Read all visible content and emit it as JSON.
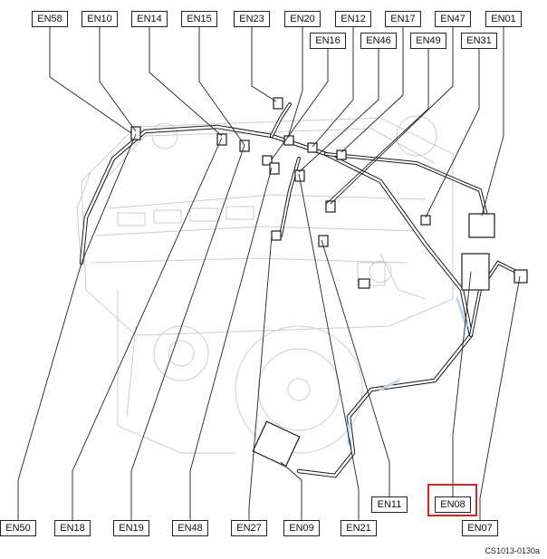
{
  "labels_top": [
    "EN58",
    "EN10",
    "EN14",
    "EN15",
    "EN23",
    "EN20",
    "EN12",
    "EN17",
    "EN47",
    "EN01"
  ],
  "labels_second": [
    "EN16",
    "EN46",
    "EN49",
    "EN31"
  ],
  "labels_bottom": [
    "EN50",
    "EN18",
    "EN19",
    "EN48",
    "EN27",
    "EN09",
    "EN21",
    "EN07"
  ],
  "labels_lower_right": [
    "EN11",
    "EN08"
  ],
  "highlighted_label": "EN08",
  "highlight_color": "#e02020",
  "harness_color": "#bcd6ee",
  "figure_code": "CS1013-0130a"
}
